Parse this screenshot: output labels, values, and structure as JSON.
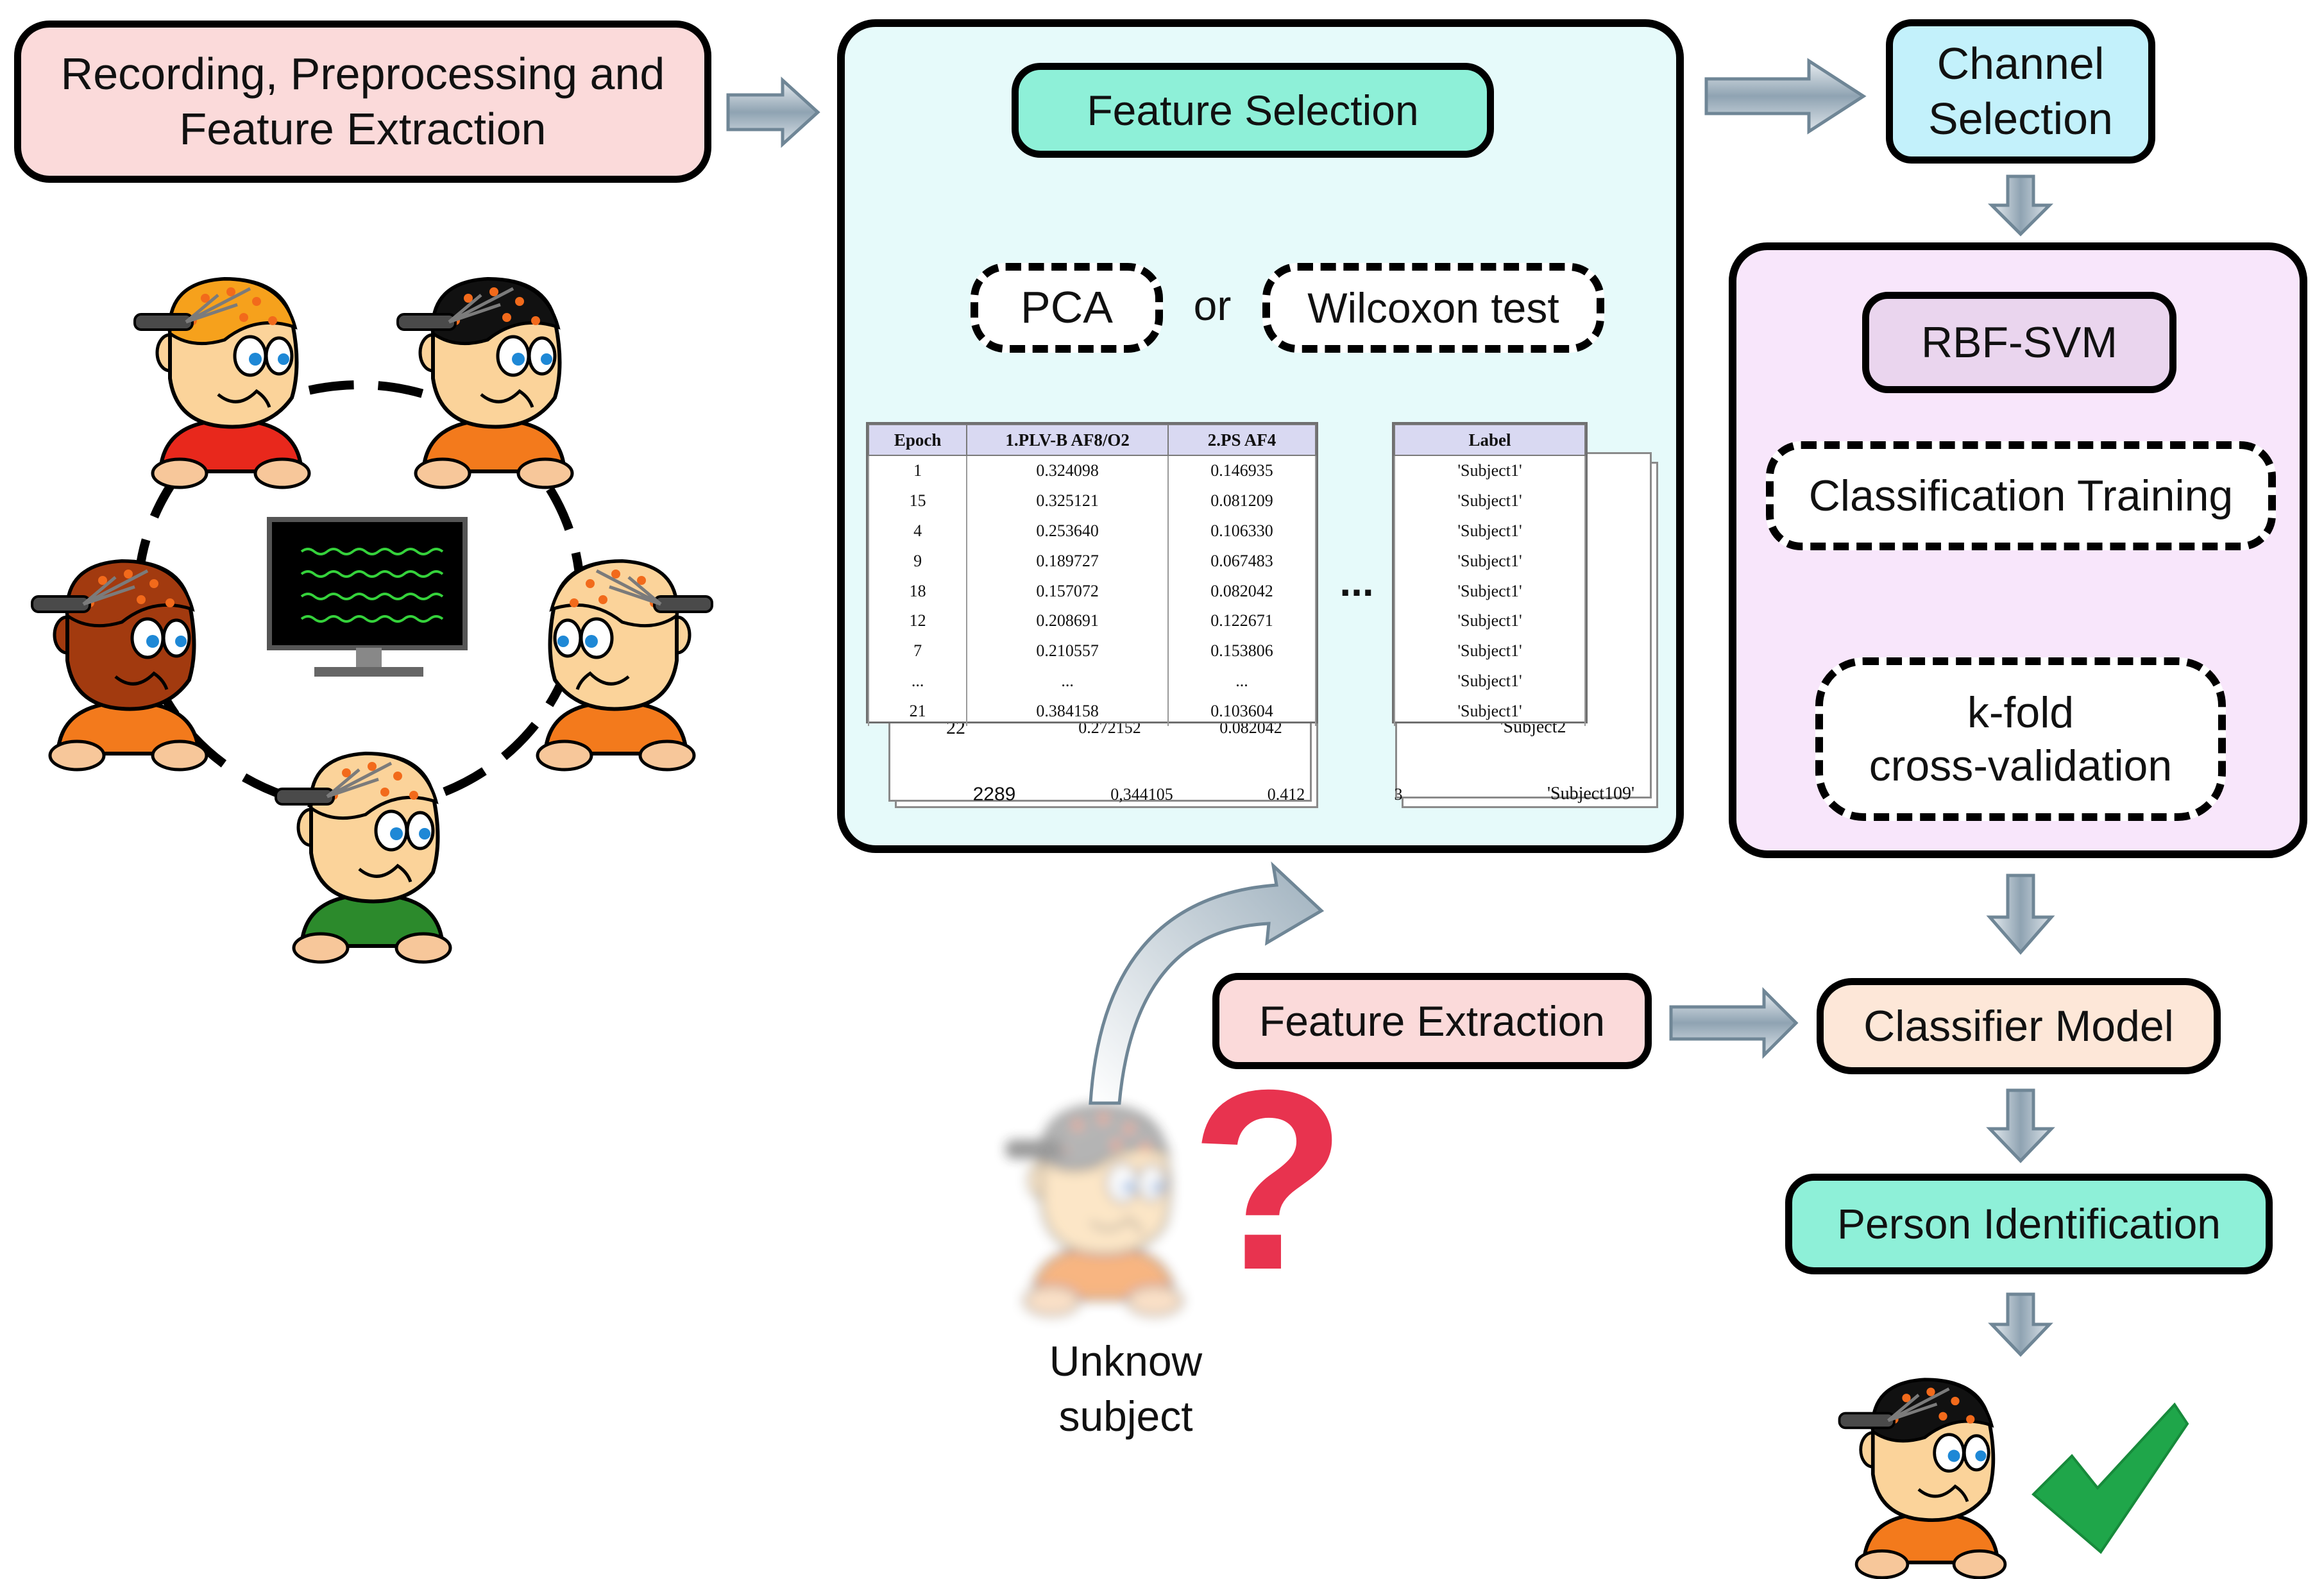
{
  "steps": {
    "recording": "Recording, Preprocessing and\nFeature Extraction",
    "feature_selection": "Feature Selection",
    "pca": "PCA",
    "or": "or",
    "wilcoxon": "Wilcoxon test",
    "channel_selection": "Channel\nSelection",
    "rbf_svm": "RBF-SVM",
    "classification_training": "Classification Training",
    "kfold": "k-fold\ncross-validation",
    "feature_extraction": "Feature Extraction",
    "classifier_model": "Classifier Model",
    "person_identification": "Person Identification",
    "unknown_subject": "Unknow\nsubject",
    "question_mark": "?",
    "ellipsis": "..."
  },
  "feature_table": {
    "headers": [
      "Epoch",
      "1.PLV-B AF8/O2",
      "2.PS AF4"
    ],
    "rows": [
      [
        "1",
        "0.324098",
        "0.146935"
      ],
      [
        "15",
        "0.325121",
        "0.081209"
      ],
      [
        "4",
        "0.253640",
        "0.106330"
      ],
      [
        "9",
        "0.189727",
        "0.067483"
      ],
      [
        "18",
        "0.157072",
        "0.082042"
      ],
      [
        "12",
        "0.208691",
        "0.122671"
      ],
      [
        "7",
        "0.210557",
        "0.153806"
      ],
      [
        "...",
        "...",
        "..."
      ],
      [
        "21",
        "0.384158",
        "0.103604"
      ]
    ],
    "back_row_1": [
      "22",
      "0.272152",
      "0.082042"
    ],
    "back_row_2": [
      "2289",
      "0,344105",
      "0.412"
    ]
  },
  "label_table": {
    "header": "Label",
    "rows": [
      "'Subject1'",
      "'Subject1'",
      "'Subject1'",
      "'Subject1'",
      "'Subject1'",
      "'Subject1'",
      "'Subject1'",
      "'Subject1'",
      "'Subject1'"
    ],
    "back_row_1": "'Subject2",
    "back_row_2_index": "3",
    "back_row_2": "'Subject109'"
  },
  "colors": {
    "recording_fill": "#fbdada",
    "feature_selection_fill": "#8ef0d8",
    "panel_fill": "#e6fafa",
    "channel_fill": "#c3f1fb",
    "svm_panel_fill": "#f8e6fb",
    "rbf_fill": "#ead5ee",
    "feature_extraction_fill": "#fbdada",
    "classifier_fill": "#fde7d8",
    "person_id_fill": "#8ef0d8",
    "check_green": "#1fa64a",
    "question_red": "#e8334f"
  },
  "icons": [
    "eeg-subject-icon",
    "eeg-monitor-icon",
    "process-arrow-icon",
    "checkmark-icon",
    "question-icon"
  ]
}
